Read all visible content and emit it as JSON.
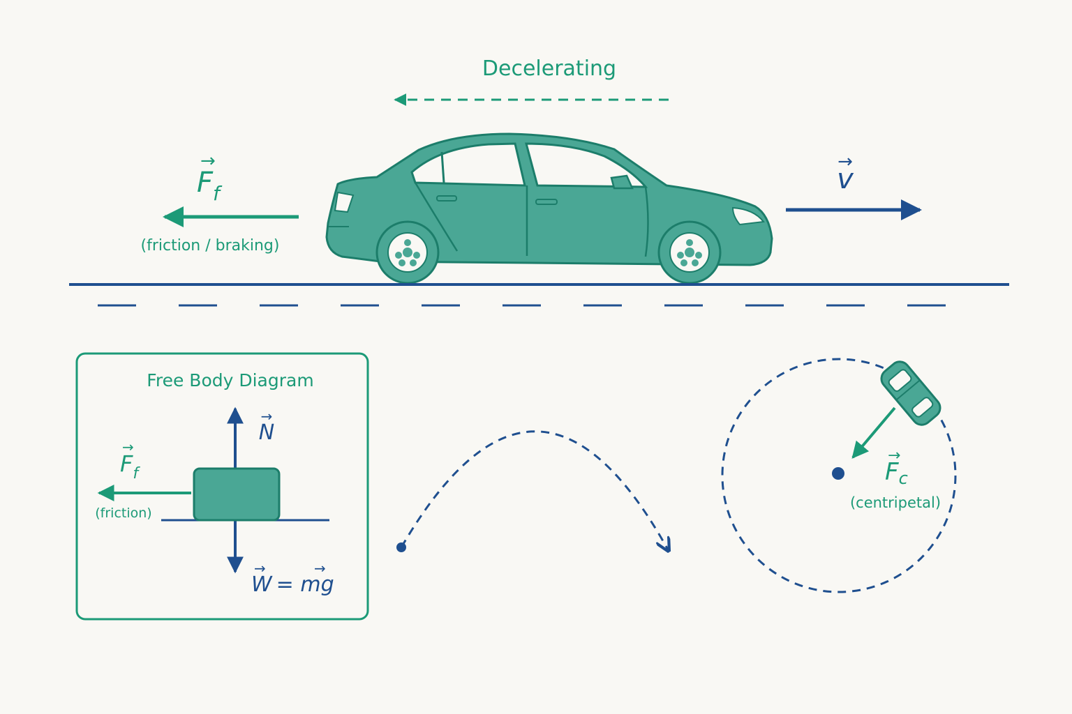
{
  "colors": {
    "teal": "#1c9a77",
    "teal_fill": "#4aa795",
    "teal_stroke": "#1c7d6a",
    "navy": "#1f4f8f",
    "background": "#f9f8f4"
  },
  "top": {
    "motion_label": "Decelerating",
    "friction_symbol": "F",
    "friction_subscript": "f",
    "friction_caption": "(friction / braking)",
    "velocity_symbol": "v"
  },
  "fbd": {
    "title": "Free Body Diagram",
    "normal_symbol": "N",
    "friction_symbol": "F",
    "friction_subscript": "f",
    "friction_caption": "(friction)",
    "weight_symbol": "W",
    "weight_equation": "= m",
    "gravity_symbol": "g"
  },
  "circle": {
    "force_symbol": "F",
    "force_subscript": "c",
    "caption": "(centripetal)"
  },
  "icons": [
    "sedan-car-side-view",
    "top-view-car-icon"
  ]
}
